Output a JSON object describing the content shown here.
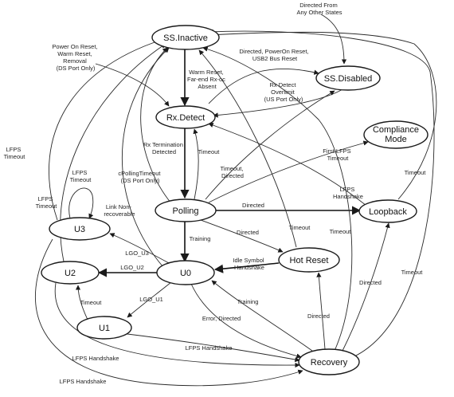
{
  "nodes": {
    "ss_inactive": "SS.Inactive",
    "ss_disabled": "SS.Disabled",
    "rx_detect": "Rx.Detect",
    "compliance": [
      "Compliance",
      "Mode"
    ],
    "polling": "Polling",
    "loopback": "Loopback",
    "u3": "U3",
    "u2": "U2",
    "u0": "U0",
    "hot_reset": "Hot Reset",
    "u1": "U1",
    "recovery": "Recovery"
  },
  "edge_labels": {
    "directed_from_any": [
      "Directed From",
      "Any Other States"
    ],
    "power_on_reset": [
      "Power On Reset,",
      "Warm Reset,",
      "Removal",
      "(DS Port Only)"
    ],
    "directed_poweron_usb2": [
      "Directed, PowerOn Reset,",
      "USB2 Bus Reset"
    ],
    "warm_reset_far_end": [
      "Warm Reset,",
      "Far-end Rx-oc",
      "Absent"
    ],
    "rx_detect_overlimit": [
      "Rx Detect",
      "Overlimit",
      "(US Port Only)"
    ],
    "rx_termination": [
      "Rx Termination",
      "Detected"
    ],
    "timeout_polling_rx": "Timeout",
    "cpolling_timeout": [
      "cPollingTimeout",
      "(DS Port Only)"
    ],
    "timeout_directed": [
      "Timeout,",
      "Directed"
    ],
    "first_lfps_timeout": [
      "First LFPS",
      "Timeout"
    ],
    "lfps_handshake_loopback": [
      "LFPS",
      "Handshake"
    ],
    "lfps_timeout_left": [
      "LFPS",
      "Timeout"
    ],
    "lfps_timeout_u3_loop": [
      "LFPS",
      "Timeout"
    ],
    "lfps_timeout_u2": [
      "LFPS",
      "Timeout"
    ],
    "link_nonrecoverable": [
      "Link Non-",
      "recoverable"
    ],
    "directed_polling_loopback": "Directed",
    "timeout_loopback": "Timeout",
    "training_polling_u0": "Training",
    "directed_polling_hotreset": "Directed",
    "timeout_hotreset": "Timeout",
    "timeout_recovery_inactive": "Timeout",
    "lgo_u3": "LGO_U3",
    "lgo_u2": "LGO_U2",
    "idle_symbol": [
      "Idle Symbol",
      "Handshake"
    ],
    "lgo_u1": "LGO_U1",
    "timeout_u1_u2": "Timeout",
    "training_recovery_u0": "Training",
    "directed_recovery_hotreset": "Directed",
    "directed_recovery_loopback": "Directed",
    "timeout_recovery_right": "Timeout",
    "error_directed": "Error, Directed",
    "lfps_handshake_u1": "LFPS Handshake",
    "lfps_handshake_u2": "LFPS Handshake",
    "lfps_handshake_u3": "LFPS Handshake"
  }
}
